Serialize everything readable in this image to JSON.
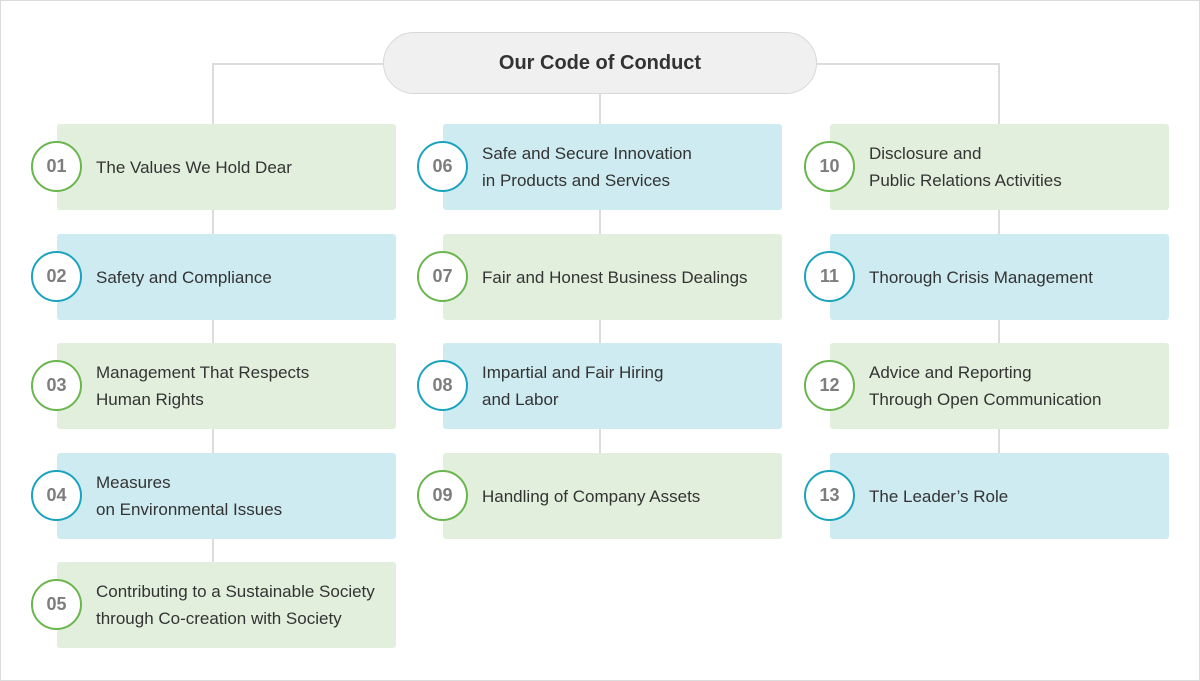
{
  "title": "Our Code of Conduct",
  "colors": {
    "green_fill": "#e2efdd",
    "blue_fill": "#cdebf1",
    "green_ring": "#6ab54e",
    "blue_ring": "#1ba3bd"
  },
  "columns": [
    {
      "items": [
        {
          "number": "01",
          "label": "The Values We Hold Dear",
          "theme": "green"
        },
        {
          "number": "02",
          "label": "Safety and Compliance",
          "theme": "blue"
        },
        {
          "number": "03",
          "label": "Management That Respects\nHuman Rights",
          "theme": "green"
        },
        {
          "number": "04",
          "label": "Measures\non Environmental Issues",
          "theme": "blue"
        },
        {
          "number": "05",
          "label": "Contributing to a Sustainable Society\nthrough Co-creation with Society",
          "theme": "green"
        }
      ]
    },
    {
      "items": [
        {
          "number": "06",
          "label": "Safe and Secure Innovation\nin Products and Services",
          "theme": "blue"
        },
        {
          "number": "07",
          "label": "Fair and Honest Business Dealings",
          "theme": "green"
        },
        {
          "number": "08",
          "label": "Impartial and Fair Hiring\nand Labor",
          "theme": "blue"
        },
        {
          "number": "09",
          "label": "Handling of Company Assets",
          "theme": "green"
        }
      ]
    },
    {
      "items": [
        {
          "number": "10",
          "label": "Disclosure and\nPublic Relations Activities",
          "theme": "green"
        },
        {
          "number": "11",
          "label": "Thorough Crisis Management",
          "theme": "blue"
        },
        {
          "number": "12",
          "label": "Advice and Reporting\nThrough Open Communication",
          "theme": "green"
        },
        {
          "number": "13",
          "label": "The Leader’s Role",
          "theme": "blue"
        }
      ]
    }
  ]
}
